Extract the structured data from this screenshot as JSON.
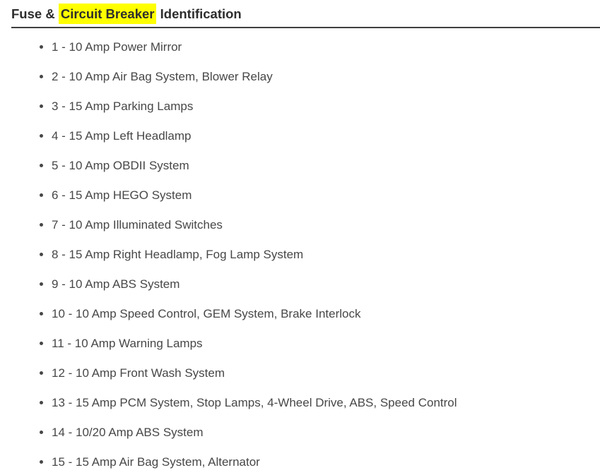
{
  "header": {
    "title_prefix": "Fuse & ",
    "title_highlight": "Circuit Breaker",
    "title_suffix": " Identification"
  },
  "fuse_list": {
    "items": [
      "1 - 10 Amp Power Mirror",
      "2 - 10 Amp Air Bag System, Blower Relay",
      "3 - 15 Amp Parking Lamps",
      "4 - 15 Amp Left Headlamp",
      "5 - 10 Amp OBDII System",
      "6 - 15 Amp HEGO System",
      "7 - 10 Amp Illuminated Switches",
      "8 - 15 Amp Right Headlamp, Fog Lamp System",
      "9 - 10 Amp ABS System",
      "10 - 10 Amp Speed Control, GEM System, Brake Interlock",
      "11 - 10 Amp Warning Lamps",
      "12 - 10 Amp Front Wash System",
      "13 - 15 Amp PCM System, Stop Lamps, 4-Wheel Drive, ABS, Speed Control",
      "14 - 10/20 Amp ABS System",
      "15 - 15 Amp Air Bag System, Alternator"
    ]
  },
  "colors": {
    "highlight": "#ffff00",
    "heading_text": "#2d2d2d",
    "body_text": "#474747",
    "rule": "#3f3f3f",
    "background": "#ffffff"
  }
}
